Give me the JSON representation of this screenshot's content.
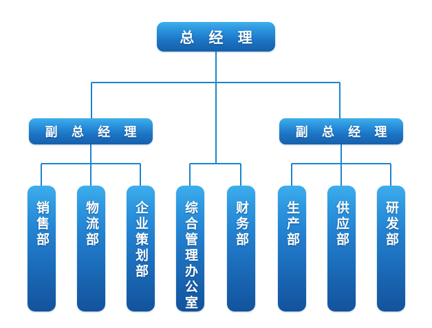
{
  "diagram": {
    "type": "organization-chart",
    "title_node": {
      "id": "gm",
      "label": "总 经 理"
    },
    "level2": [
      {
        "id": "dgm-left",
        "label": "副 总 经 理"
      },
      {
        "id": "dgm-right",
        "label": "副 总 经 理"
      }
    ],
    "departments": [
      {
        "id": "dept-0",
        "label": "销售部",
        "parent": "dgm-left"
      },
      {
        "id": "dept-1",
        "label": "物流部",
        "parent": "dgm-left"
      },
      {
        "id": "dept-2",
        "label": "企业策划部",
        "parent": "dgm-left"
      },
      {
        "id": "dept-3",
        "label": "综合管理办公室",
        "parent": "gm"
      },
      {
        "id": "dept-4",
        "label": "财务部",
        "parent": "gm"
      },
      {
        "id": "dept-5",
        "label": "生产部",
        "parent": "dgm-right"
      },
      {
        "id": "dept-6",
        "label": "供应部",
        "parent": "dgm-right"
      },
      {
        "id": "dept-7",
        "label": "研发部",
        "parent": "dgm-right"
      }
    ],
    "colors": {
      "line": "#1A84CE",
      "box_top": "#3DAEEC",
      "box_bottom": "#13539C",
      "text": "#FFFFFF",
      "background": "#FFFFFF"
    }
  }
}
